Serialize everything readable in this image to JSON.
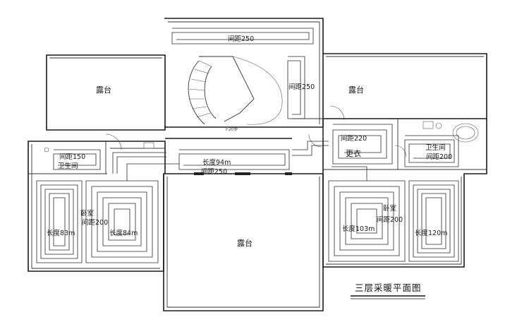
{
  "plan": {
    "title": "三层采暖平面图",
    "rooms": {
      "terrace_left": "露台",
      "terrace_right": "露台",
      "terrace_bottom": "露台",
      "bathroom_left": "卫生间",
      "bathroom_right": "卫生间",
      "cloakroom": "更衣",
      "bedroom_left": "卧室",
      "bedroom_right": "卧室"
    },
    "specs": {
      "top_corridor": "间距250",
      "stair_side": "间距250",
      "bath_left_spacing": "间距150",
      "bed_left_spacing": "间距200",
      "bed_left_len_a": "长度83m",
      "bed_left_len_b": "长度84m",
      "corridor_len": "长度94m",
      "corridor_spacing": "间距250",
      "cloak_spacing": "间距220",
      "bath_right_spacing": "间距200",
      "bed_right_spacing": "间距200",
      "bed_right_len_a": "长度103m",
      "bed_right_len_b": "长度120m"
    },
    "stair_note": "下20步"
  }
}
